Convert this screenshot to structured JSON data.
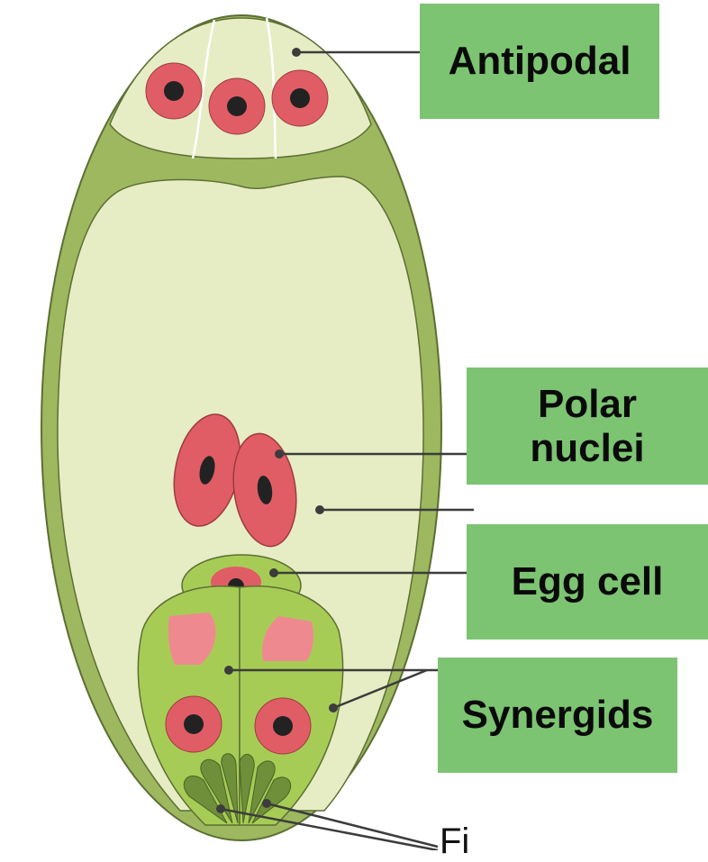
{
  "labels": {
    "antipodal": "Antipodal",
    "polar_line1": "Polar",
    "polar_line2": "nuclei",
    "egg_cell": "Egg cell",
    "synergids": "Synergids",
    "filiform_partial": "Fi"
  },
  "colors": {
    "label_box": "#7cc472",
    "outer_wall": "#9db85e",
    "central_cell": "#e6edc4",
    "nucleus_red": "#e05d66",
    "nucleolus": "#222222",
    "synergid_green": "#a7cc55",
    "filiform_green": "#6f8f3a",
    "vacuole_pink": "#ee8a8f"
  }
}
